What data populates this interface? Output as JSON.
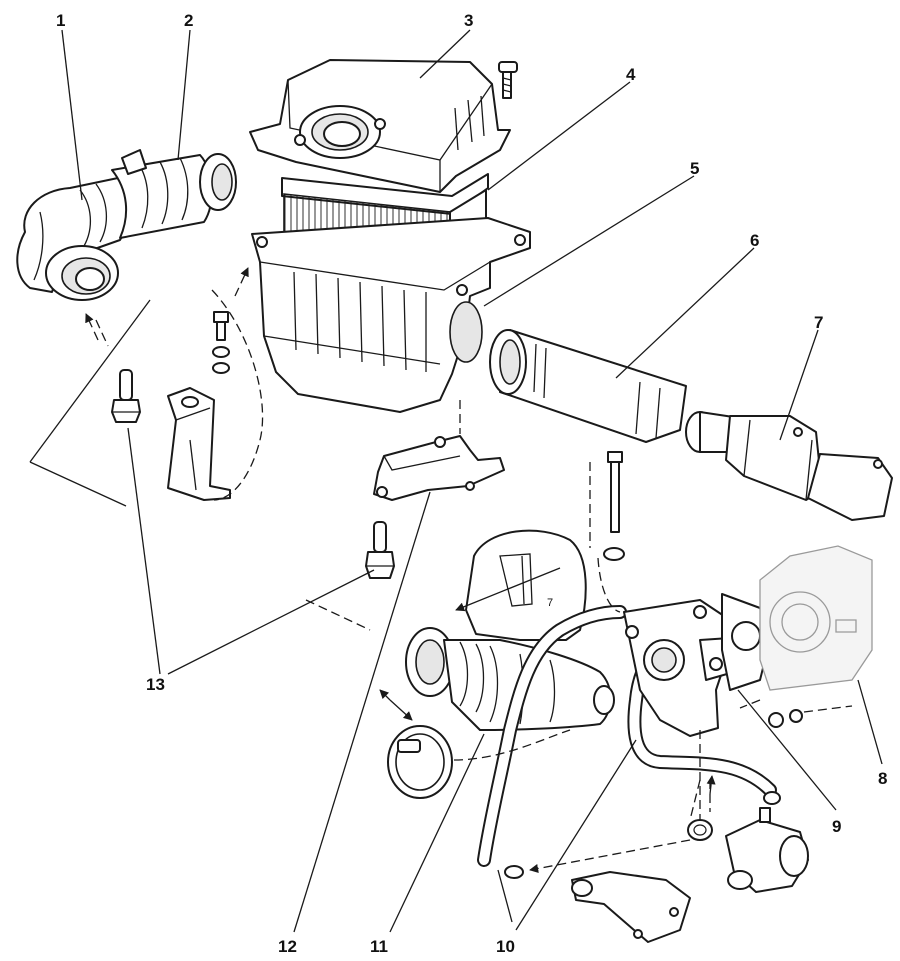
{
  "callouts": [
    {
      "id": "1",
      "label": "1"
    },
    {
      "id": "2",
      "label": "2"
    },
    {
      "id": "3",
      "label": "3"
    },
    {
      "id": "4",
      "label": "4"
    },
    {
      "id": "5",
      "label": "5"
    },
    {
      "id": "6",
      "label": "6"
    },
    {
      "id": "7",
      "label": "7"
    },
    {
      "id": "8",
      "label": "8"
    },
    {
      "id": "9",
      "label": "9"
    },
    {
      "id": "10",
      "label": "10"
    },
    {
      "id": "11",
      "label": "11"
    },
    {
      "id": "12",
      "label": "12"
    },
    {
      "id": "13",
      "label": "13"
    }
  ],
  "small_mark": "7",
  "colors": {
    "line": "#1a1a1a",
    "shade": "#e6e6e6",
    "ghost": "#9a9a9a"
  }
}
